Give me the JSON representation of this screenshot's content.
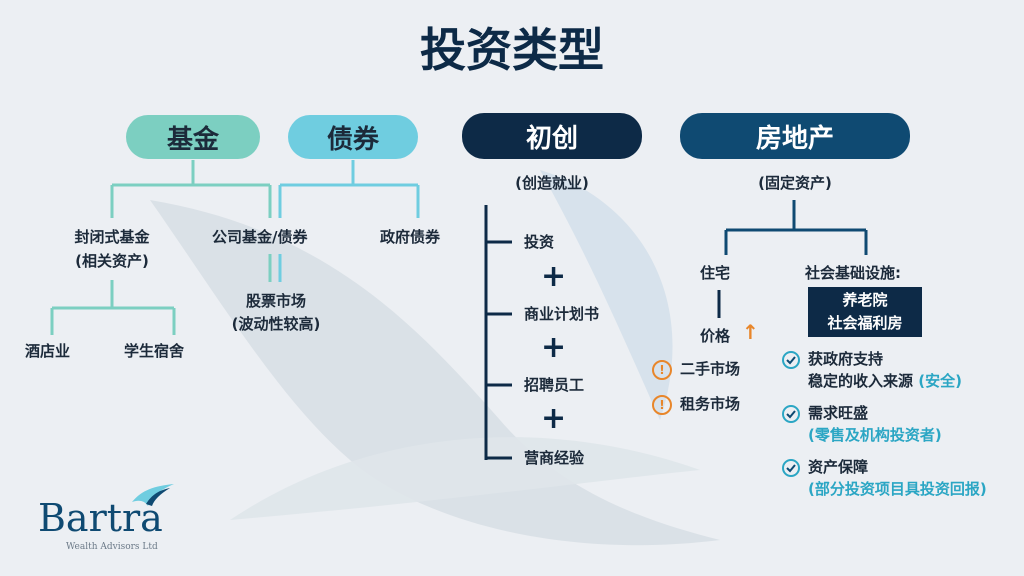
{
  "title": "投资类型",
  "nodes": {
    "fund": "基金",
    "bond": "债券",
    "startup": "初创",
    "realestate": "房地产"
  },
  "fund_branch": {
    "closed_fund_line1": "封闭式基金",
    "closed_fund_line2": "(相关资产)",
    "hotel": "酒店业",
    "dorm": "学生宿舍"
  },
  "bond_branch": {
    "company": "公司基金/债券",
    "government": "政府债券",
    "stock_line1": "股票市场",
    "stock_line2": "(波动性较高)"
  },
  "startup_branch": {
    "subtitle": "(创造就业)",
    "items": [
      "投资",
      "商业计划书",
      "招聘员工",
      "营商经验"
    ],
    "plus": "+"
  },
  "realestate_branch": {
    "subtitle": "(固定资产)",
    "residential": "住宅",
    "price": "价格",
    "price_arrow": "↑",
    "risks": [
      "二手市场",
      "租务市场"
    ],
    "risk_icon": "!",
    "infra_label": "社会基础设施:",
    "infra_line1": "养老院",
    "infra_line2": "社会福利房",
    "benefits": [
      {
        "main": "获政府支持",
        "line2": "稳定的收入来源",
        "note": "(安全)"
      },
      {
        "main": "需求旺盛",
        "line2": "",
        "note": "(零售及机构投资者)"
      },
      {
        "main": "资产保障",
        "line2": "",
        "note": "(部分投资项目具投资回报)"
      }
    ]
  },
  "logo": {
    "name": "Bartra",
    "tagline": "Wealth Advisors Ltd"
  },
  "colors": {
    "background": "#eceff3",
    "teal": "#7ccfc1",
    "sky": "#6fcde0",
    "navy": "#0d2a47",
    "blue": "#0f4a72",
    "accent_orange": "#e8862a",
    "check_blue": "#2ba6c4"
  }
}
